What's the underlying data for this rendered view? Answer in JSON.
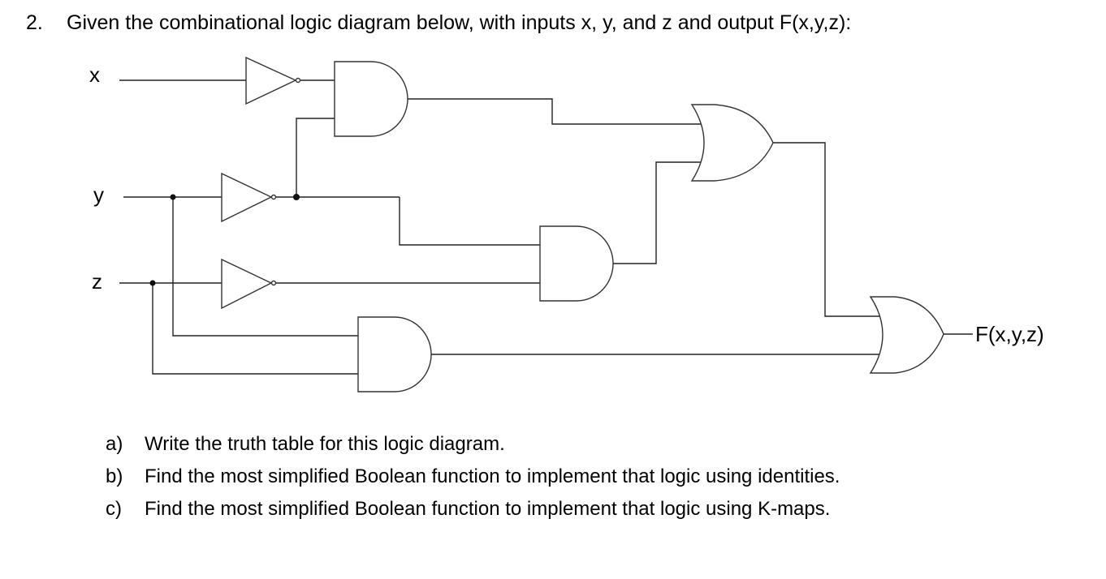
{
  "question": {
    "number": "2.",
    "text": "Given the combinational logic diagram below, with inputs  x, y, and z and output F(x,y,z):"
  },
  "diagram": {
    "inputs": [
      {
        "name": "x",
        "label": "x"
      },
      {
        "name": "y",
        "label": "y"
      },
      {
        "name": "z",
        "label": "z"
      }
    ],
    "output_label": "F(x,y,z)",
    "gates": [
      {
        "id": "not-x",
        "type": "NOT",
        "inputs": [
          "x"
        ]
      },
      {
        "id": "not-y",
        "type": "NOT",
        "inputs": [
          "y"
        ]
      },
      {
        "id": "not-z",
        "type": "NOT",
        "inputs": [
          "z"
        ]
      },
      {
        "id": "and-1",
        "type": "AND",
        "inputs": [
          "not-x",
          "not-y"
        ]
      },
      {
        "id": "and-2",
        "type": "AND",
        "inputs": [
          "not-y",
          "not-z"
        ]
      },
      {
        "id": "and-3",
        "type": "AND",
        "inputs": [
          "y",
          "z"
        ]
      },
      {
        "id": "or-1",
        "type": "OR",
        "inputs": [
          "and-1",
          "and-2"
        ]
      },
      {
        "id": "or-2",
        "type": "OR",
        "inputs": [
          "or-1",
          "and-3"
        ],
        "output": "F(x,y,z)"
      }
    ]
  },
  "parts": [
    {
      "marker": "a)",
      "text": "Write the truth table for this logic diagram."
    },
    {
      "marker": "b)",
      "text": "Find the most simplified Boolean function to implement that logic using identities."
    },
    {
      "marker": "c)",
      "text": "Find the most simplified Boolean function to implement that logic using K-maps."
    }
  ]
}
